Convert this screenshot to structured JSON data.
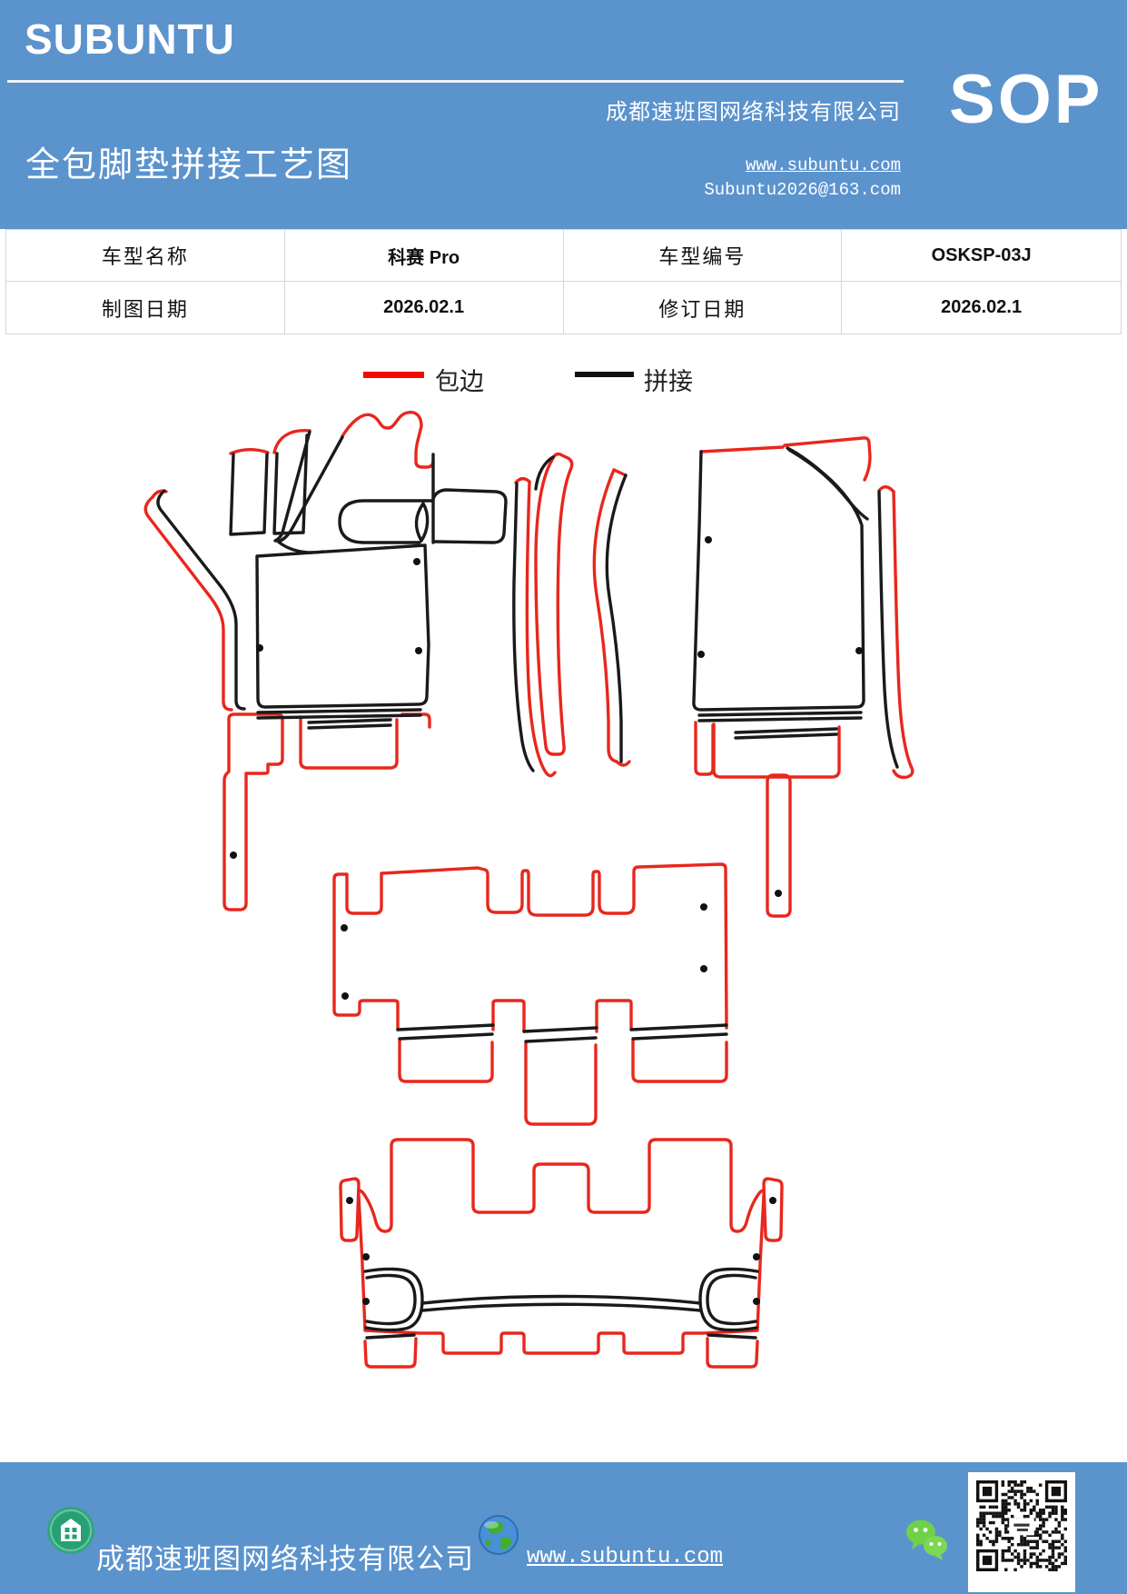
{
  "header": {
    "brand": "SUBUNTU",
    "company": "成都速班图网络科技有限公司",
    "title": "全包脚垫拼接工艺图",
    "website": "www.subuntu.com",
    "email": "Subuntu2026@163.com",
    "badge": "SOP",
    "bg_color": "#5b93cd"
  },
  "info_table": {
    "rows": [
      {
        "c1": "车型名称",
        "c2": "科赛 Pro",
        "c3": "车型编号",
        "c4": "OSKSP-03J"
      },
      {
        "c1": "制图日期",
        "c2": "2026.02.1",
        "c3": "修订日期",
        "c4": "2026.02.1"
      }
    ]
  },
  "legend": {
    "edging": {
      "label": "包边",
      "color": "#f20c00"
    },
    "splice": {
      "label": "拼接",
      "color": "#111111"
    }
  },
  "diagram": {
    "stroke_red": "#e8271c",
    "stroke_black": "#1a1a1a",
    "groups": [
      "front-left-mat",
      "front-right-mat",
      "second-row-mat",
      "third-row-mat"
    ]
  },
  "footer": {
    "company": "成都速班图网络科技有限公司",
    "website": "www.subuntu.com",
    "bg_color": "#5b93cd",
    "icons": [
      "building-icon",
      "globe-icon",
      "wechat-icon",
      "qr-code"
    ]
  }
}
